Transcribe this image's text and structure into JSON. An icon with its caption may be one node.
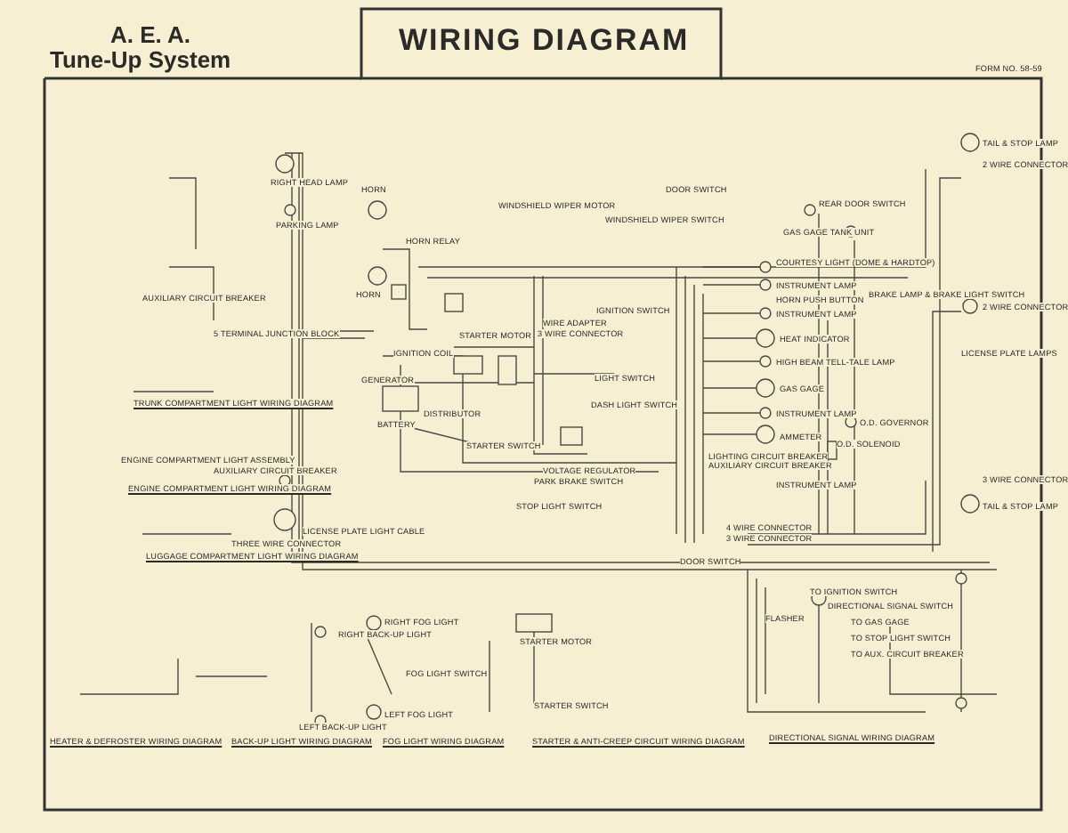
{
  "diagram": {
    "title": "WIRING DIAGRAM",
    "labels": [
      "A. E. A.",
      "Tune-Up System",
      "FORM NO. 58-59",
      "RIGHT HEAD LAMP",
      "PARKING LAMP",
      "HORN",
      "HORN",
      "HORN RELAY",
      "5 TERMINAL JUNCTION BLOCK",
      "IGNITION COIL",
      "GENERATOR",
      "DISTRIBUTOR",
      "BATTERY",
      "WINDSHIELD WIPER MOTOR",
      "WINDSHIELD WIPER SWITCH",
      "STARTER MOTOR",
      "STARTER SWITCH",
      "WIRE ADAPTER",
      "3 WIRE CONNECTOR",
      "IGNITION SWITCH",
      "LIGHT SWITCH",
      "DASH LIGHT SWITCH",
      "VOLTAGE REGULATOR",
      "PARK BRAKE SWITCH",
      "STOP LIGHT SWITCH",
      "DOOR SWITCH",
      "DOOR SWITCH",
      "COURTESY LIGHT (DOME & HARDTOP)",
      "INSTRUMENT LAMP",
      "HORN PUSH BUTTON",
      "INSTRUMENT LAMP",
      "HEAT INDICATOR",
      "HIGH BEAM TELL-TALE LAMP",
      "GAS GAGE",
      "INSTRUMENT LAMP",
      "AMMETER",
      "LIGHTING CIRCUIT BREAKER",
      "AUXILIARY CIRCUIT BREAKER",
      "INSTRUMENT LAMP",
      "4 WIRE CONNECTOR",
      "3 WIRE CONNECTOR",
      "REAR DOOR SWITCH",
      "GAS GAGE TANK UNIT",
      "BRAKE LAMP & BRAKE LIGHT SWITCH",
      "O.D. GOVERNOR",
      "O.D. SOLENOID",
      "TAIL & STOP LAMP",
      "2 WIRE CONNECTOR",
      "2 WIRE CONNECTOR",
      "LICENSE PLATE LAMPS",
      "3 WIRE CONNECTOR",
      "TAIL & STOP LAMP",
      "AUXILIARY CIRCUIT BREAKER",
      "TRUNK COMPARTMENT LIGHT WIRING DIAGRAM",
      "ENGINE COMPARTMENT LIGHT ASSEMBLY",
      "AUXILIARY CIRCUIT BREAKER",
      "ENGINE COMPARTMENT LIGHT WIRING DIAGRAM",
      "LICENSE PLATE LIGHT CABLE",
      "THREE WIRE CONNECTOR",
      "LUGGAGE COMPARTMENT LIGHT WIRING DIAGRAM",
      "RIGHT BACK-UP LIGHT",
      "LEFT BACK-UP LIGHT",
      "RIGHT FOG LIGHT",
      "FOG LIGHT SWITCH",
      "LEFT FOG LIGHT",
      "STARTER MOTOR",
      "STARTER SWITCH",
      "FLASHER",
      "TO IGNITION SWITCH",
      "DIRECTIONAL SIGNAL SWITCH",
      "TO GAS GAGE",
      "TO STOP LIGHT SWITCH",
      "TO AUX. CIRCUIT BREAKER",
      "HEATER & DEFROSTER WIRING DIAGRAM",
      "BACK-UP LIGHT WIRING DIAGRAM",
      "FOG LIGHT WIRING DIAGRAM",
      "STARTER & ANTI-CREEP CIRCUIT WIRING DIAGRAM",
      "DIRECTIONAL SIGNAL WIRING DIAGRAM"
    ]
  }
}
